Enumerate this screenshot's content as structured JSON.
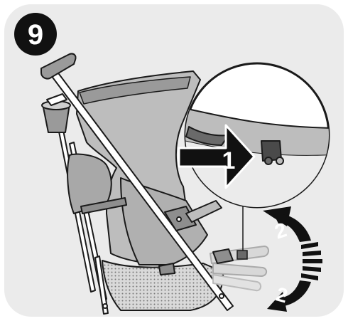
{
  "step": {
    "number": "9"
  },
  "callouts": {
    "push_arrow_number": "1",
    "rotate_up_number": "2",
    "rotate_down_number": "2"
  },
  "icons": [
    "step-badge-icon",
    "push-arrow-icon",
    "rotate-arrow-icon",
    "magnifier-circle-icon"
  ],
  "colors": {
    "panel": "#ebebeb",
    "fabric": "#bdbdbd",
    "fabric_dark": "#9a9a9a",
    "frame": "#ffffff",
    "outline": "#1a1a1a",
    "arrow_black": "#111111"
  }
}
